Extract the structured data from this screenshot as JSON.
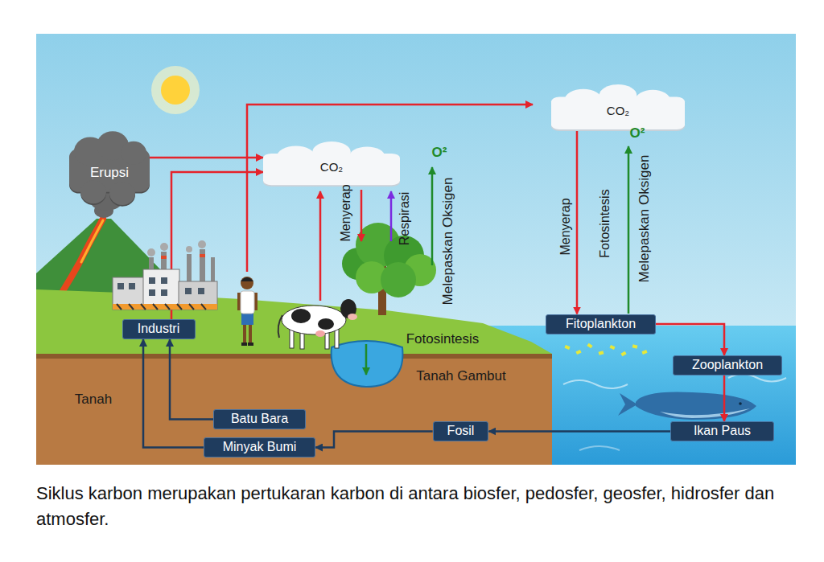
{
  "diagram": {
    "caption": "Siklus karbon merupakan pertukaran karbon di antara biosfer, pedosfer, geosfer, hidrosfer dan atmosfer.",
    "nodes": [
      {
        "text": [
          "Erupsi"
        ]
      },
      {
        "text": [
          "CO₂"
        ]
      },
      {
        "text": [
          "CO₂"
        ]
      },
      {
        "text": [
          "Industri"
        ]
      },
      {
        "text": [
          "Fitoplankton"
        ]
      },
      {
        "text": [
          "Zooplankton"
        ]
      },
      {
        "text": [
          "Batu Bara"
        ]
      },
      {
        "text": [
          "Fosil"
        ]
      },
      {
        "text": [
          "Ikan Paus"
        ]
      },
      {
        "text": [
          "Minyak Bumi"
        ]
      }
    ],
    "edges": [
      {
        "from": 0,
        "to": 1,
        "arrow": "to"
      },
      {
        "from": 3,
        "to": 1,
        "arrow": "to"
      },
      {
        "from": 2,
        "to": 4,
        "arrow": "to"
      },
      {
        "from": 4,
        "to": 5,
        "arrow": "to"
      },
      {
        "from": 5,
        "to": 8,
        "arrow": "to"
      },
      {
        "from": 8,
        "to": 7,
        "arrow": "to"
      },
      {
        "from": 7,
        "to": 9,
        "arrow": "to"
      },
      {
        "from": 6,
        "to": 3,
        "arrow": "to"
      },
      {
        "from": 9,
        "to": 3,
        "arrow": "to"
      }
    ],
    "labels": [
      "Menyerap",
      "Respirasi",
      "O²",
      "Melepaskan Oksigen",
      "Fotosintesis",
      "Tanah Gambut",
      "Tanah",
      "Menyerap",
      "Fotosintesis",
      "O²",
      "Melepaskan Oksigen"
    ]
  }
}
